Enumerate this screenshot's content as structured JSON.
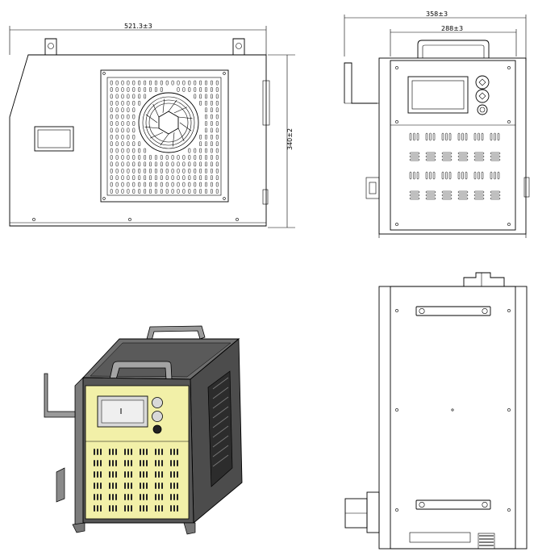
{
  "dimensions": {
    "width_label": "521.3±3",
    "height_label": "340±2",
    "depth_label": "358±3",
    "inner_width_label": "288±3"
  },
  "colors": {
    "panel_yellow": "#f2f0a8",
    "body_dark": "#4a4a4a",
    "body_mid": "#8a8a8a",
    "line": "#000000"
  },
  "views": [
    "side-elevation",
    "front-elevation",
    "isometric-view",
    "top-view"
  ]
}
